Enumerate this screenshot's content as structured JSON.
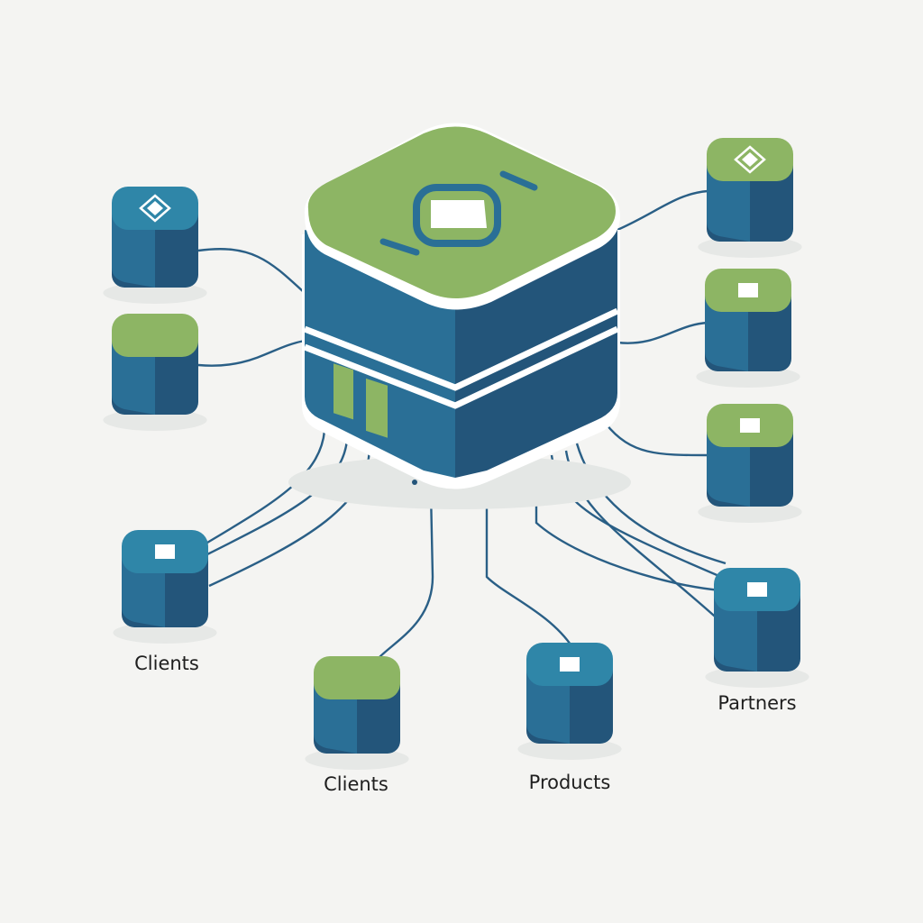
{
  "colors": {
    "green": "#8db564",
    "blue_dark": "#23557a",
    "blue_mid": "#2a6f96",
    "blue_light": "#2f86a8",
    "line": "#2a5f86",
    "white": "#ffffff"
  },
  "hub": {
    "name": "central-server"
  },
  "nodes": [
    {
      "name": "node-top-left",
      "top": "blue",
      "icon": "outline-square"
    },
    {
      "name": "node-mid-left",
      "top": "green",
      "icon": "none"
    },
    {
      "name": "node-clients-left",
      "top": "blue",
      "icon": "square"
    },
    {
      "name": "node-clients-bottom",
      "top": "green",
      "icon": "none"
    },
    {
      "name": "node-products",
      "top": "blue",
      "icon": "square"
    },
    {
      "name": "node-partners",
      "top": "blue",
      "icon": "square"
    },
    {
      "name": "node-top-right",
      "top": "green",
      "icon": "outline-square"
    },
    {
      "name": "node-mid-right",
      "top": "green",
      "icon": "square"
    },
    {
      "name": "node-lower-right",
      "top": "green",
      "icon": "square"
    }
  ],
  "labels": {
    "clients_left": "Clients",
    "clients_bottom": "Clients",
    "products": "Products",
    "partners": "Partners"
  }
}
